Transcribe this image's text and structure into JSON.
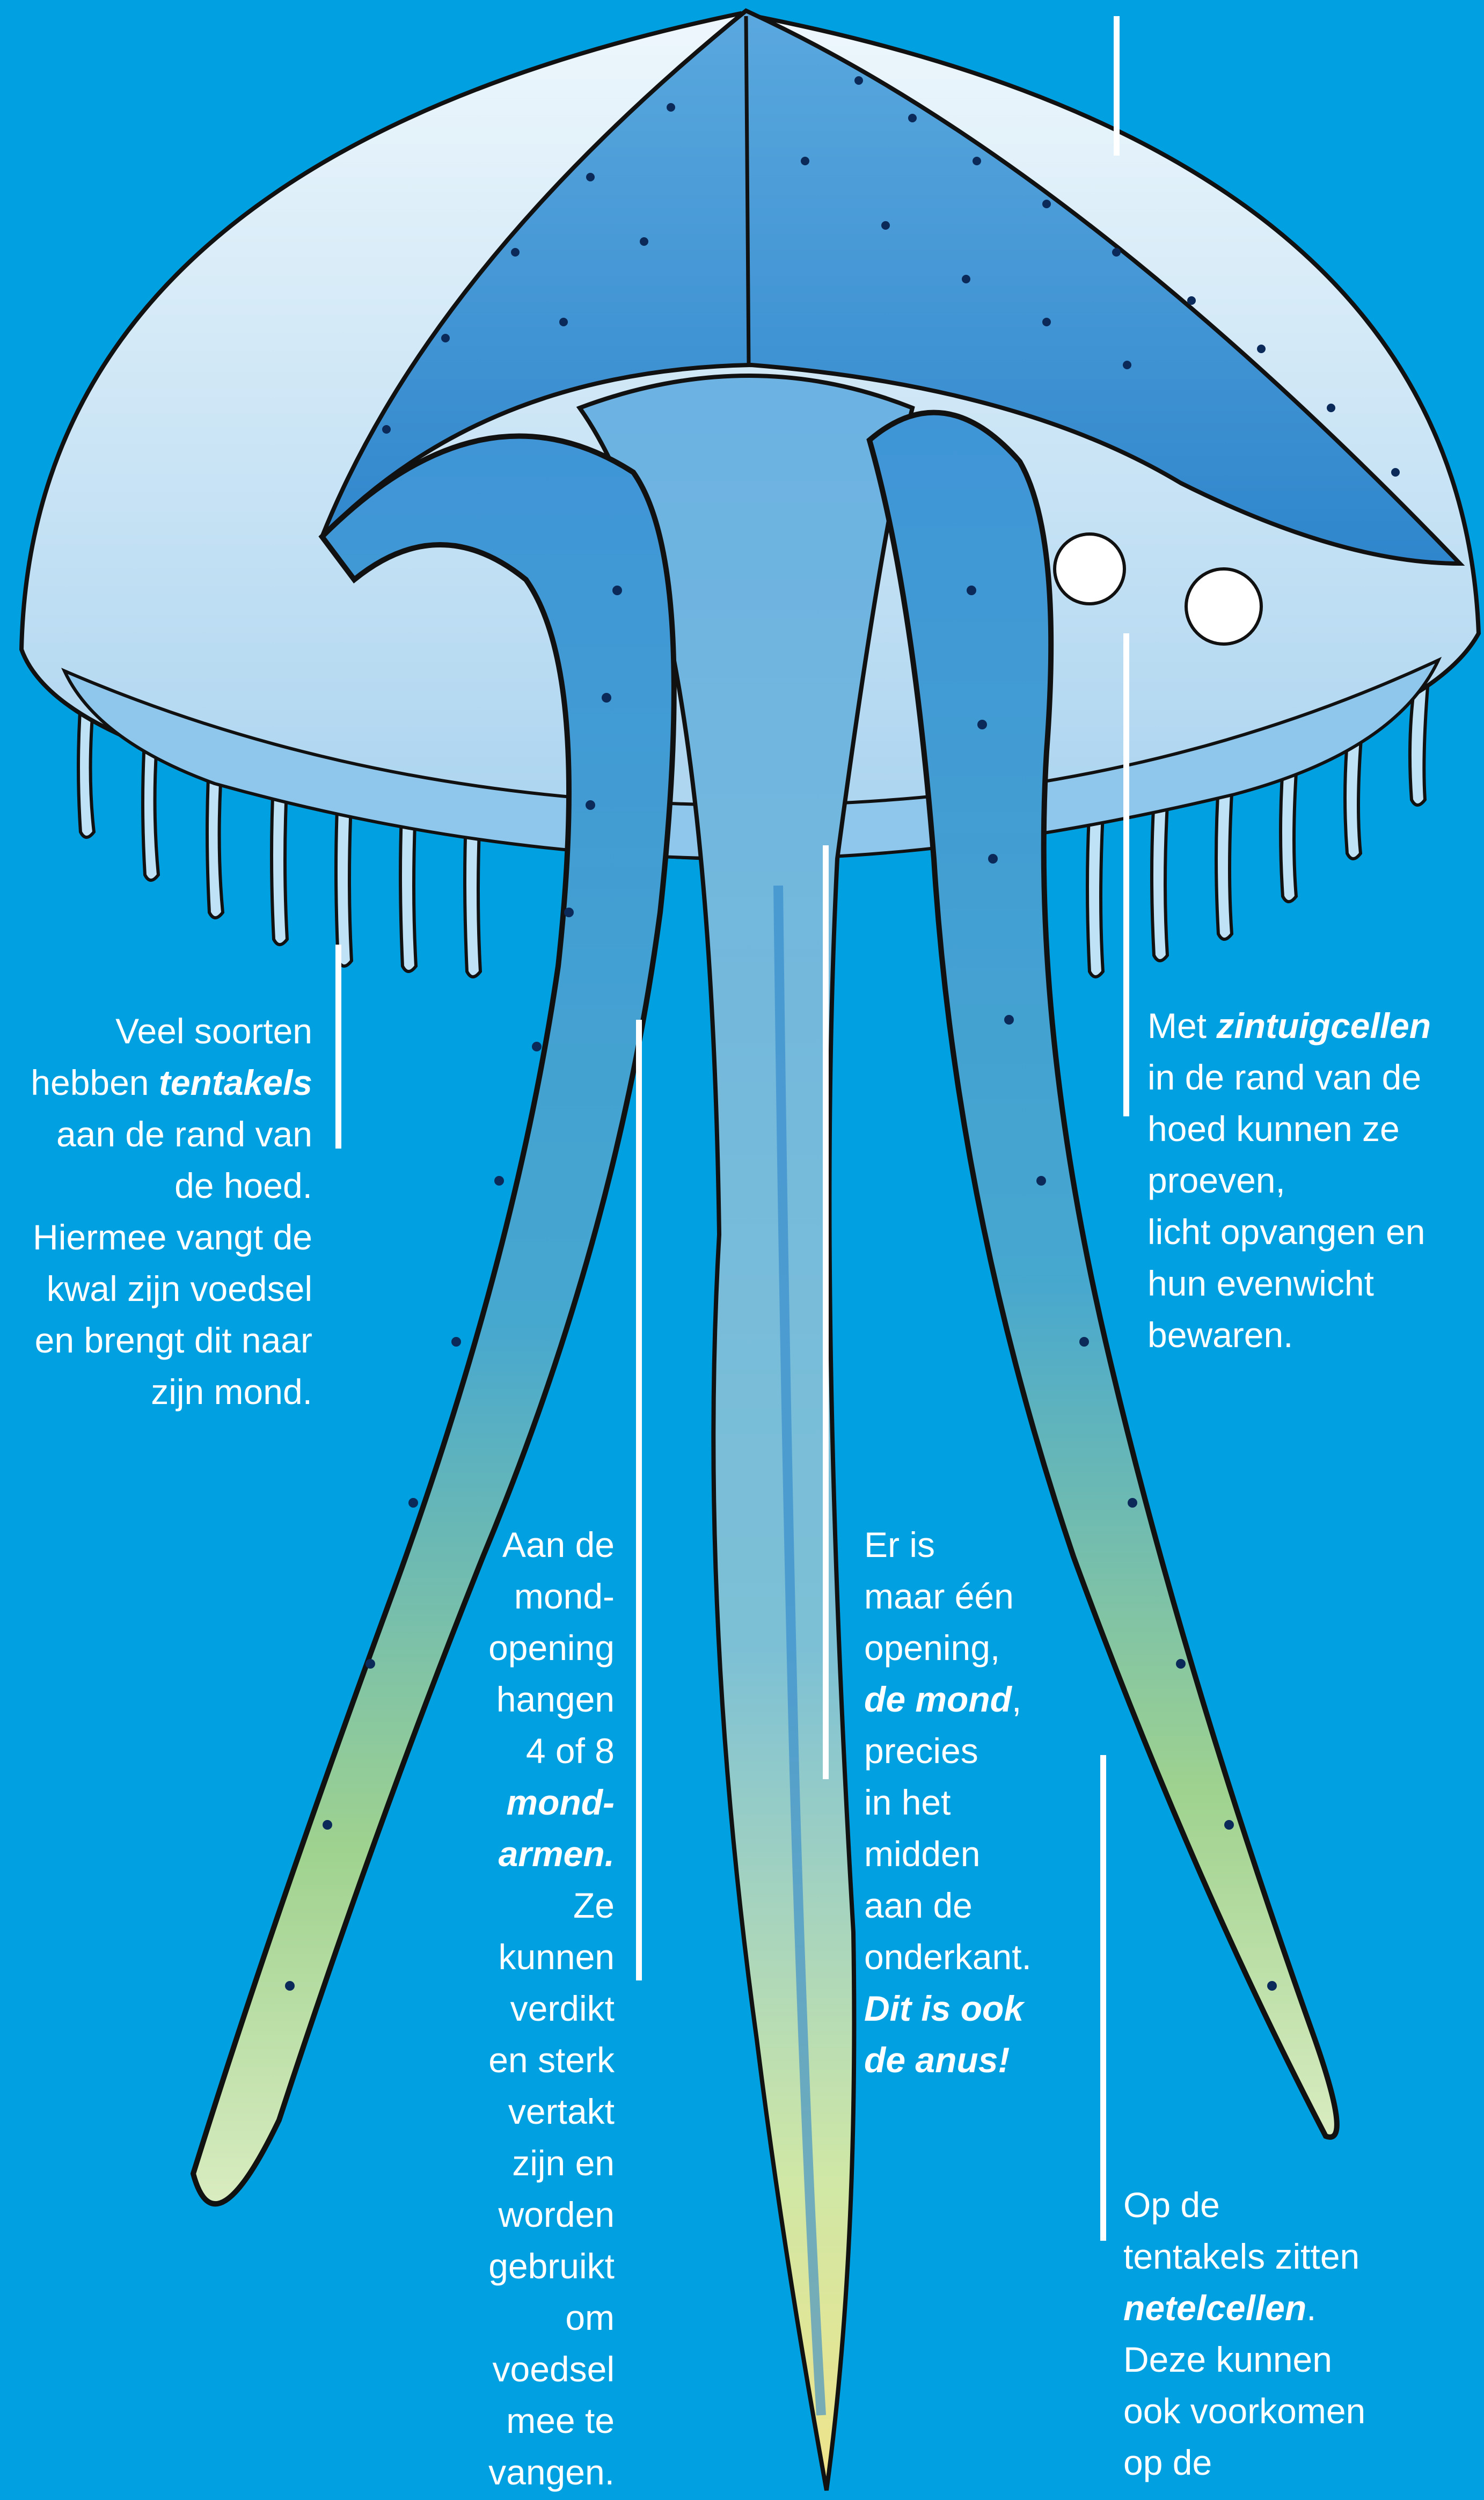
{
  "colors": {
    "background": "#00a0e1",
    "bell_light": "#c9e6f7",
    "bell_mid": "#4a9ad6",
    "bell_dark": "#1e6fb8",
    "arm_green": "#b9d98a",
    "label_text": "#ffffff"
  },
  "labels": {
    "tentakels": [
      [
        {
          "t": "Veel soorten"
        }
      ],
      [
        {
          "t": "hebben "
        },
        {
          "t": "tentakels",
          "em": true
        }
      ],
      [
        {
          "t": "aan de rand van"
        }
      ],
      [
        {
          "t": "de hoed."
        }
      ],
      [
        {
          "t": "Hiermee vangt de"
        }
      ],
      [
        {
          "t": "kwal zijn voedsel"
        }
      ],
      [
        {
          "t": "en brengt dit naar"
        }
      ],
      [
        {
          "t": "zijn mond."
        }
      ]
    ],
    "zintuigcellen": [
      [
        {
          "t": "Met "
        },
        {
          "t": "zintuigcellen",
          "em": true
        }
      ],
      [
        {
          "t": "in de rand van de"
        }
      ],
      [
        {
          "t": "hoed kunnen ze"
        }
      ],
      [
        {
          "t": "proeven,"
        }
      ],
      [
        {
          "t": "licht opvangen en"
        }
      ],
      [
        {
          "t": "hun evenwicht"
        }
      ],
      [
        {
          "t": "bewaren."
        }
      ]
    ],
    "mondarmen": [
      [
        {
          "t": "Aan de"
        }
      ],
      [
        {
          "t": "mond-"
        }
      ],
      [
        {
          "t": "opening"
        }
      ],
      [
        {
          "t": "hangen"
        }
      ],
      [
        {
          "t": "4 of 8"
        }
      ],
      [
        {
          "t": "mond-",
          "em": true
        }
      ],
      [
        {
          "t": "armen.",
          "em": true
        }
      ],
      [
        {
          "t": "Ze"
        }
      ],
      [
        {
          "t": "kunnen"
        }
      ],
      [
        {
          "t": "verdikt"
        }
      ],
      [
        {
          "t": "en sterk"
        }
      ],
      [
        {
          "t": "vertakt"
        }
      ],
      [
        {
          "t": "zijn en"
        }
      ],
      [
        {
          "t": "worden"
        }
      ],
      [
        {
          "t": "gebruikt"
        }
      ],
      [
        {
          "t": "om"
        }
      ],
      [
        {
          "t": "voedsel"
        }
      ],
      [
        {
          "t": "mee te"
        }
      ],
      [
        {
          "t": "vangen."
        }
      ]
    ],
    "mond": [
      [
        {
          "t": "Er is"
        }
      ],
      [
        {
          "t": "maar één"
        }
      ],
      [
        {
          "t": "opening,"
        }
      ],
      [
        {
          "t": "de mond",
          "em": true
        },
        {
          "t": ","
        }
      ],
      [
        {
          "t": "precies"
        }
      ],
      [
        {
          "t": "in het"
        }
      ],
      [
        {
          "t": "midden"
        }
      ],
      [
        {
          "t": "aan de"
        }
      ],
      [
        {
          "t": "onderkant."
        }
      ],
      [
        {
          "t": "Dit is ook",
          "em": true
        }
      ],
      [
        {
          "t": "de anus!",
          "em": true
        }
      ]
    ],
    "netelcellen": [
      [
        {
          "t": "Op de"
        }
      ],
      [
        {
          "t": "tentakels zitten"
        }
      ],
      [
        {
          "t": "netelcellen",
          "em": true
        },
        {
          "t": "."
        }
      ],
      [
        {
          "t": "Deze kunnen"
        }
      ],
      [
        {
          "t": "ook voorkomen"
        }
      ],
      [
        {
          "t": "op de"
        }
      ]
    ]
  }
}
